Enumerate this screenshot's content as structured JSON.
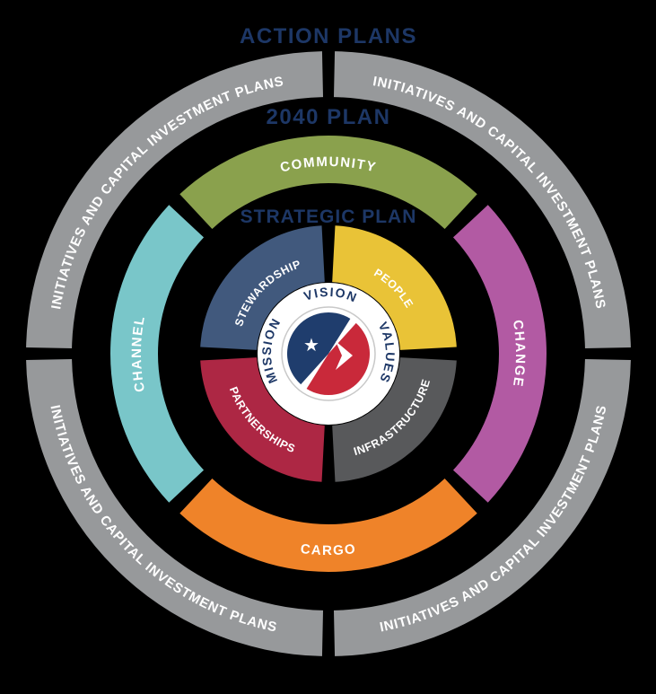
{
  "colors": {
    "background": "#000000",
    "navy": "#1d3766",
    "white": "#ffffff",
    "logo_red": "#c9293a",
    "logo_navy": "#1f3d6d"
  },
  "labels": {
    "action_plans": "ACTION PLANS",
    "plan_2040": "2040 PLAN",
    "strategic_plan": "STRATEGIC PLAN",
    "mission_vision_values": "MISSION VISION VALUES"
  },
  "icons": {
    "star_glyph": "★"
  },
  "rings": {
    "action": {
      "name": "Action Plans ring",
      "color": "#97999b",
      "segments": [
        {
          "position": "top-right",
          "label": "INITIATIVES AND CAPITAL INVESTMENT PLANS"
        },
        {
          "position": "bottom-right",
          "label": "INITIATIVES AND CAPITAL INVESTMENT PLANS"
        },
        {
          "position": "bottom-left",
          "label": "INITIATIVES AND CAPITAL INVESTMENT PLANS"
        },
        {
          "position": "top-left",
          "label": "INITIATIVES AND CAPITAL INVESTMENT PLANS"
        }
      ]
    },
    "plan2040": {
      "name": "2040 Plan ring",
      "segments": [
        {
          "position": "top",
          "label": "COMMUNITY",
          "color": "#8aa14d"
        },
        {
          "position": "right",
          "label": "CHANGE",
          "color": "#b25aa3"
        },
        {
          "position": "bottom",
          "label": "CARGO",
          "color": "#ef8329"
        },
        {
          "position": "left",
          "label": "CHANNEL",
          "color": "#79c6c9"
        }
      ]
    },
    "strategic": {
      "name": "Strategic Plan ring",
      "segments": [
        {
          "position": "top-right",
          "label": "PEOPLE",
          "color": "#e9c337"
        },
        {
          "position": "bottom-right",
          "label": "INFRASTRUCTURE",
          "color": "#58595b"
        },
        {
          "position": "bottom-left",
          "label": "PARTNERSHIPS",
          "color": "#ad2744"
        },
        {
          "position": "top-left",
          "label": "STEWARDSHIP",
          "color": "#41597d"
        }
      ]
    }
  }
}
